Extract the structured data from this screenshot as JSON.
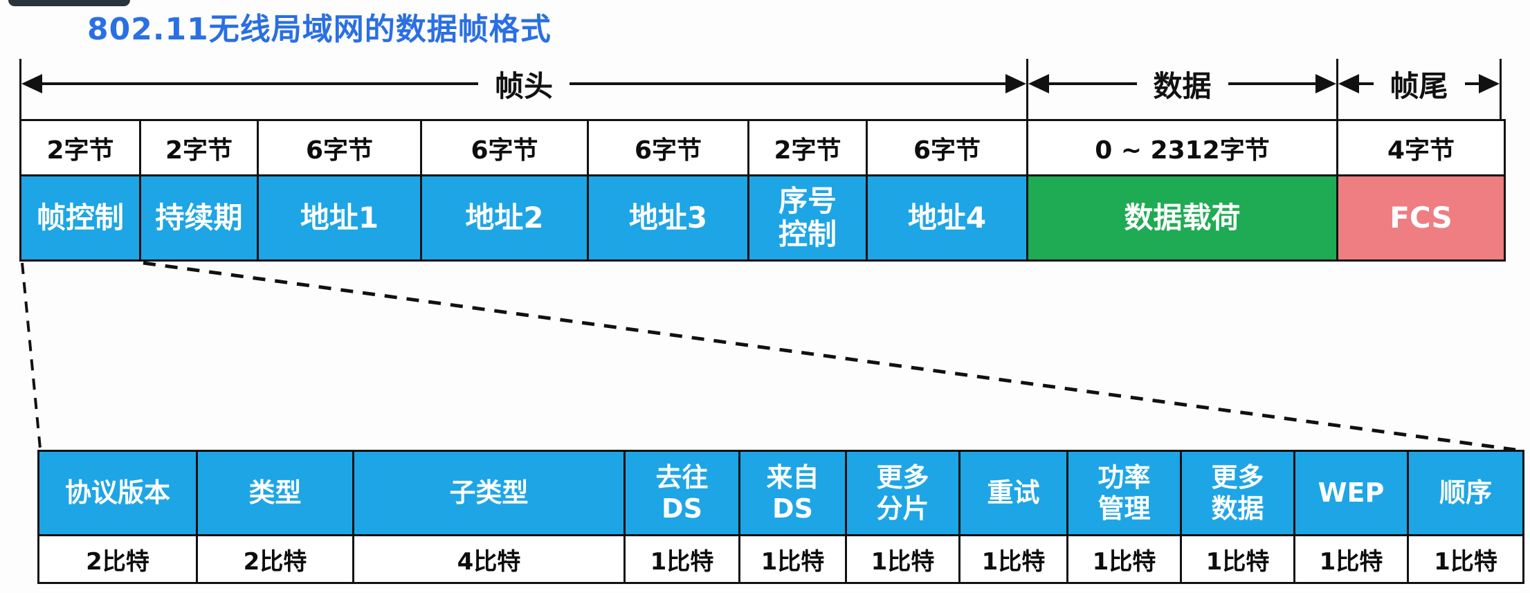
{
  "title": "802.11无线局域网的数据帧格式",
  "colors": {
    "title-blue": "#2a6fe3",
    "field-blue": "#1ea5e5",
    "payload-green": "#1fab53",
    "fcs-red": "#ee7e82"
  },
  "span_arrows": [
    {
      "label": "帧头"
    },
    {
      "label": "数据"
    },
    {
      "label": "帧尾"
    }
  ],
  "frame_table": {
    "columns": [
      {
        "bytes": "2字节",
        "field": "帧控制",
        "color": "blue"
      },
      {
        "bytes": "2字节",
        "field": "持续期",
        "color": "blue"
      },
      {
        "bytes": "6字节",
        "field": "地址1",
        "color": "blue"
      },
      {
        "bytes": "6字节",
        "field": "地址2",
        "color": "blue"
      },
      {
        "bytes": "6字节",
        "field": "地址3",
        "color": "blue"
      },
      {
        "bytes": "2字节",
        "field": "序号\n控制",
        "color": "blue"
      },
      {
        "bytes": "6字节",
        "field": "地址4",
        "color": "blue"
      },
      {
        "bytes": "0 ~ 2312字节",
        "field": "数据载荷",
        "color": "green"
      },
      {
        "bytes": "4字节",
        "field": "FCS",
        "color": "red"
      }
    ]
  },
  "frame_control_table": {
    "columns": [
      {
        "field": "协议版本",
        "bits": "2比特"
      },
      {
        "field": "类型",
        "bits": "2比特"
      },
      {
        "field": "子类型",
        "bits": "4比特"
      },
      {
        "field": "去往\nDS",
        "bits": "1比特"
      },
      {
        "field": "来自\nDS",
        "bits": "1比特"
      },
      {
        "field": "更多\n分片",
        "bits": "1比特"
      },
      {
        "field": "重试",
        "bits": "1比特"
      },
      {
        "field": "功率\n管理",
        "bits": "1比特"
      },
      {
        "field": "更多\n数据",
        "bits": "1比特"
      },
      {
        "field": "WEP",
        "bits": "1比特"
      },
      {
        "field": "顺序",
        "bits": "1比特"
      }
    ]
  }
}
